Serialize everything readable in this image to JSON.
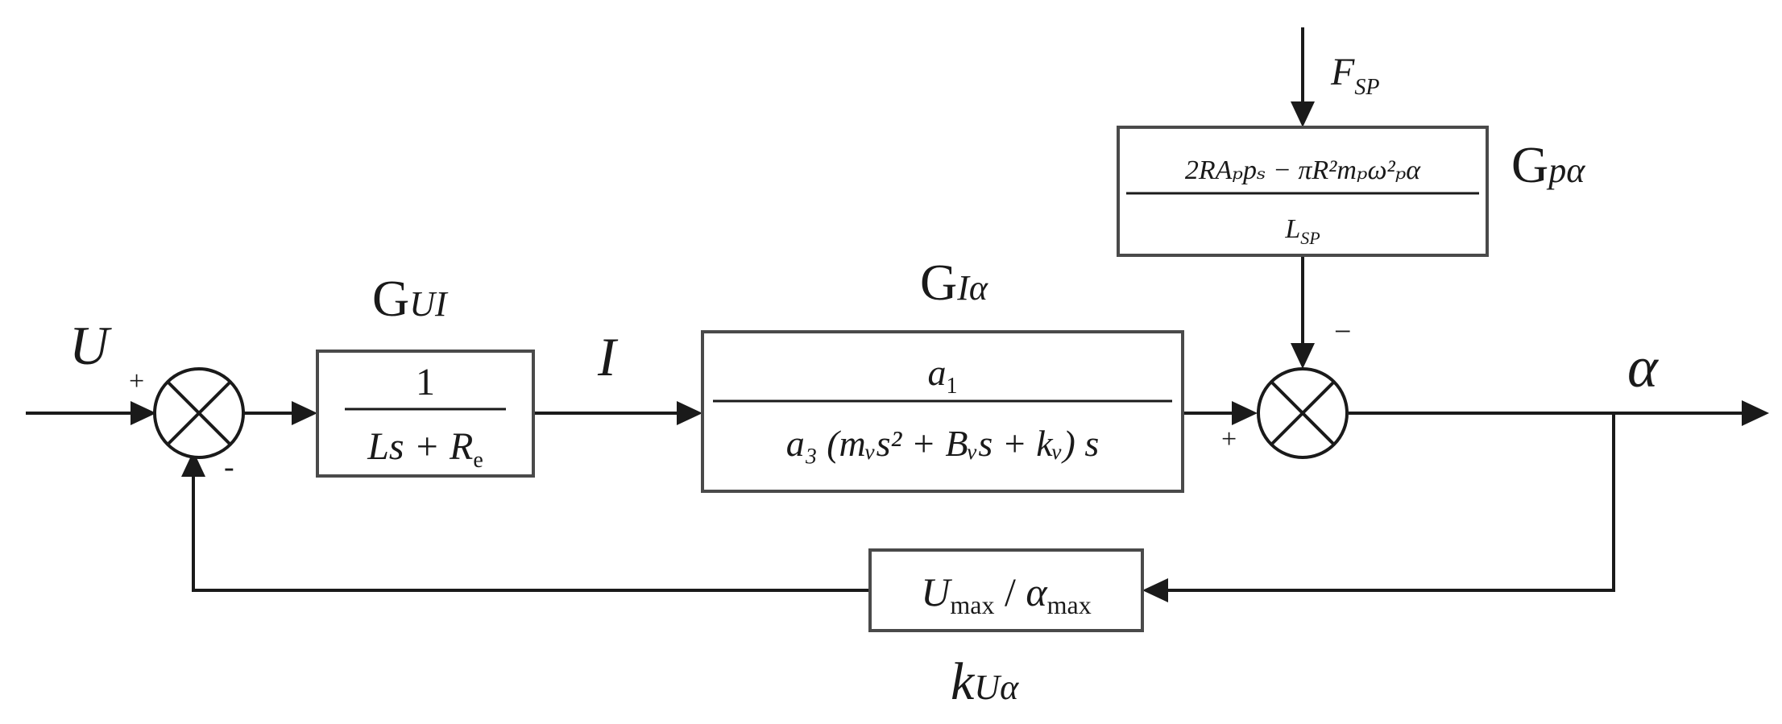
{
  "signals": {
    "input": "U",
    "current": "I",
    "output": "α",
    "disturbance": "F",
    "disturbance_sub": "SP"
  },
  "blocks": {
    "gui": {
      "name": "G",
      "name_sub": "UI",
      "numerator": "1",
      "denominator_a": "Ls + R",
      "denominator_sub": "e"
    },
    "gia": {
      "name": "G",
      "name_sub": "Iα",
      "numerator": "a",
      "numerator_sub": "1",
      "denominator": "a₃ (mᵥs² + Bᵥs + kᵥ) s"
    },
    "gpa": {
      "name": "G",
      "name_sub": "pα",
      "numerator": "2RAₚpₛ − πR²mₚω²ₚα",
      "denominator": "L",
      "denominator_sub": "SP"
    },
    "kua": {
      "name": "k",
      "name_sub": "Uα",
      "expr_a": "U",
      "expr_a_sub": "max",
      "expr_sep": " / ",
      "expr_b": "α",
      "expr_b_sub": "max"
    }
  },
  "signs": {
    "sum1_plus": "+",
    "sum1_minus": "-",
    "sum2_plus": "+",
    "sum2_minus": "−"
  }
}
